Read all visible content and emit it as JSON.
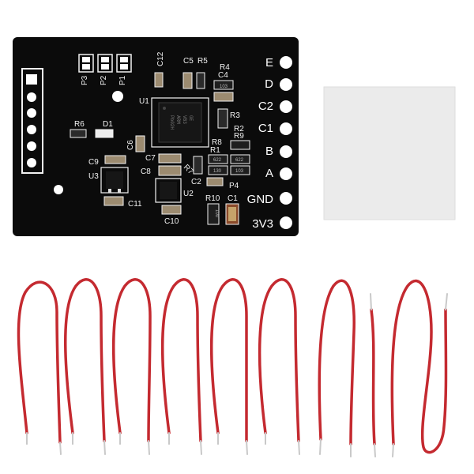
{
  "board": {
    "pins": [
      {
        "label": "E"
      },
      {
        "label": "D"
      },
      {
        "label": "C2"
      },
      {
        "label": "C1"
      },
      {
        "label": "B"
      },
      {
        "label": "A"
      },
      {
        "label": "GND"
      },
      {
        "label": "3V3"
      }
    ],
    "components": {
      "p3": "P3",
      "p2": "P2",
      "p1": "P1",
      "c12": "C12",
      "c5": "C5",
      "r5": "R5",
      "r4": "R4",
      "c4": "C4",
      "u1": "U1",
      "r3": "R3",
      "r2": "R2",
      "r9": "R9",
      "r8": "R8",
      "r1": "R1",
      "r6": "R6",
      "d1": "D1",
      "c6": "C6",
      "c9": "C9",
      "u3": "U3",
      "c7": "C7",
      "c8": "C8",
      "r7": "R7",
      "c2": "C2",
      "p4": "P4",
      "u2": "U2",
      "r10": "R10",
      "c1": "C1",
      "c11": "C11",
      "c10": "C10"
    },
    "chip_marking": [
      "Pb02H",
      "ARM",
      "VB3",
      "GE"
    ],
    "resistor_codes": [
      "103",
      "622",
      "622",
      "130",
      "103",
      "100"
    ]
  },
  "colors": {
    "pcb": "#0b0b0b",
    "silkscreen": "#f2f2f2",
    "pad": "#ffffff",
    "wire": "#c42a30",
    "wire_tip": "#c9c9c9",
    "pad_sticker": "#ebebeb"
  },
  "wires": {
    "count": 9
  }
}
